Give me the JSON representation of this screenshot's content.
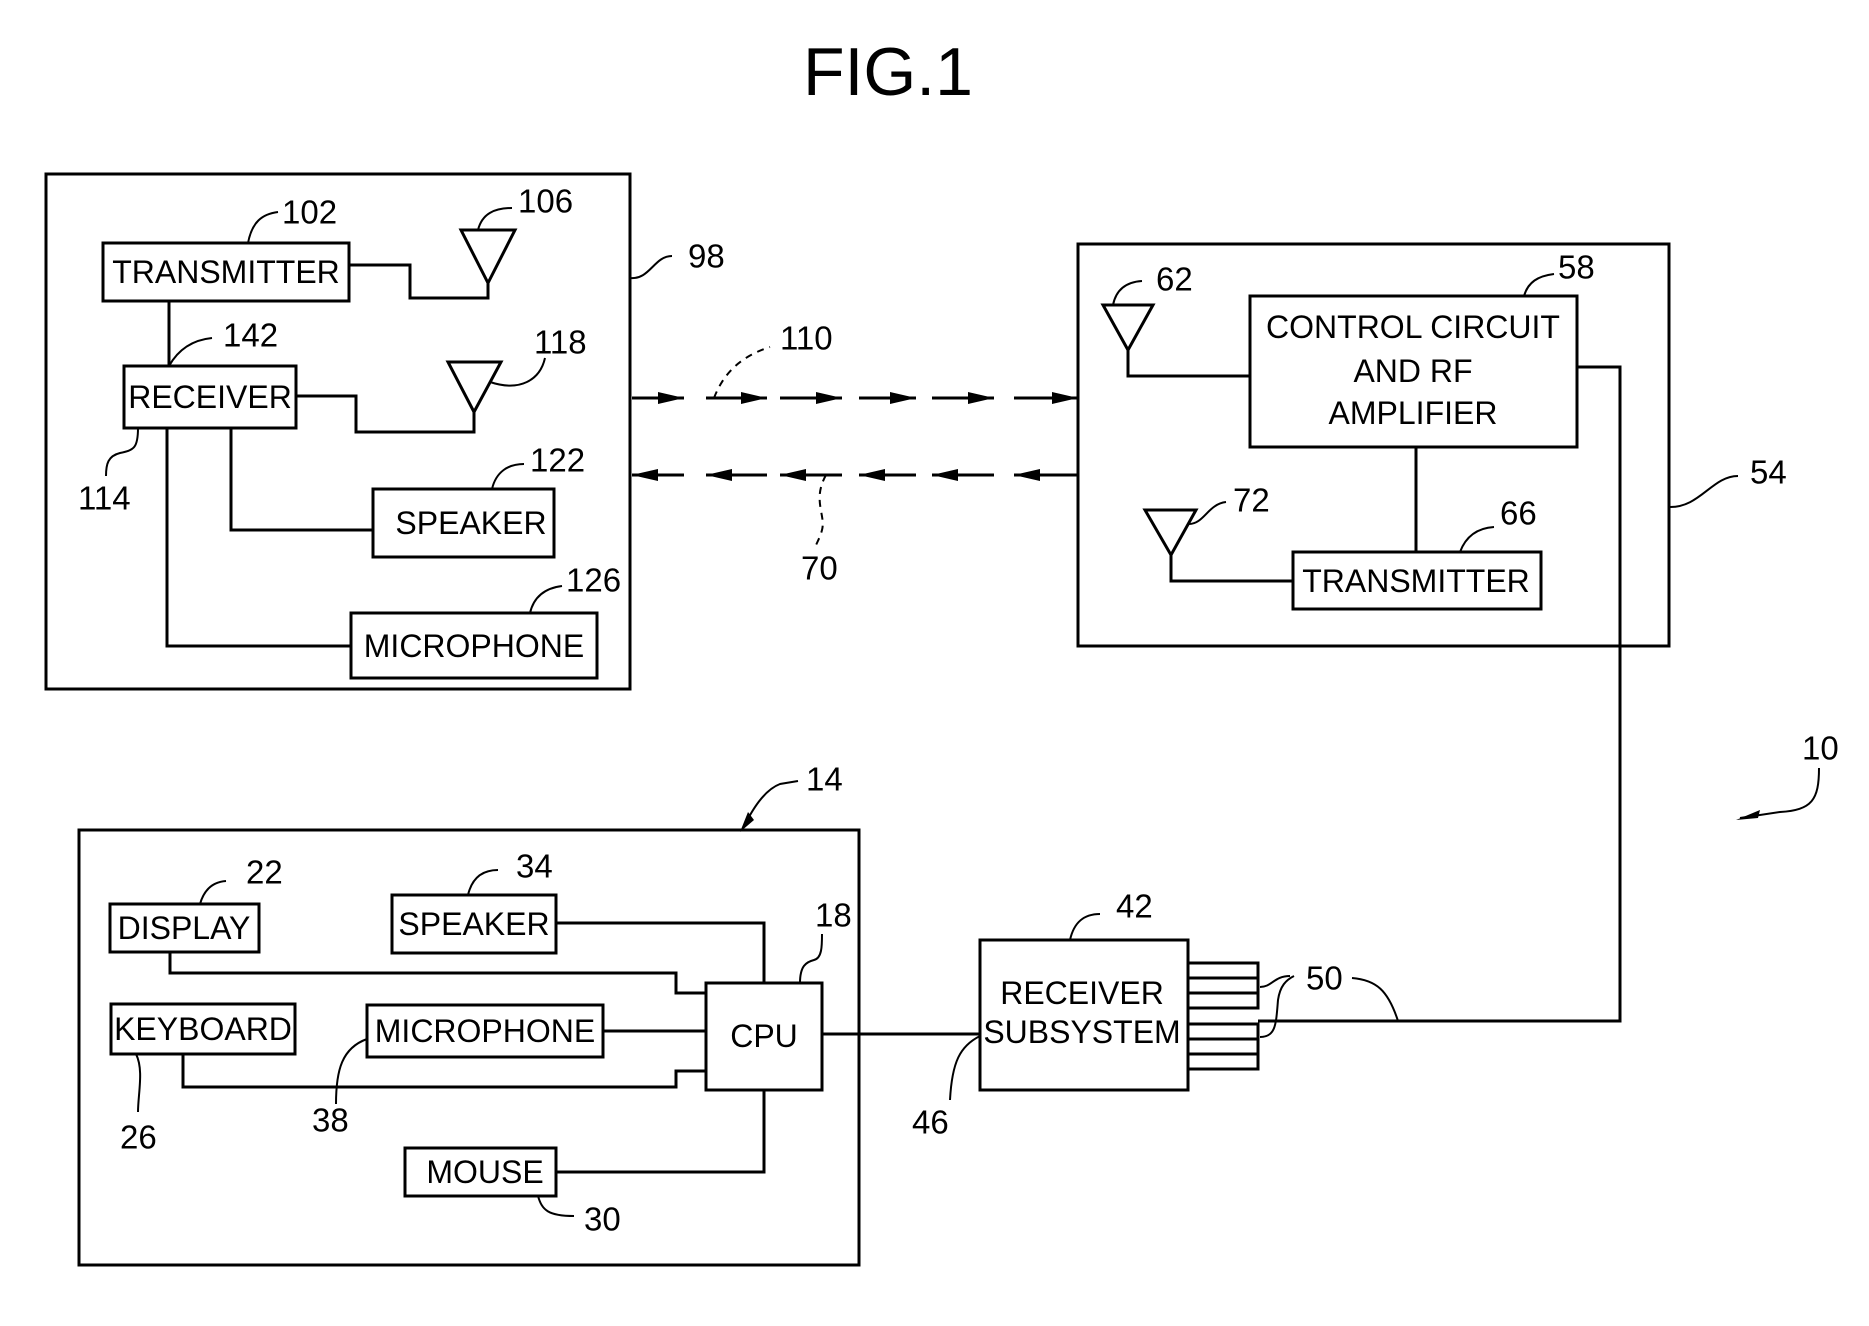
{
  "figure": {
    "title": "FIG.1",
    "system_ref": "10"
  },
  "handset": {
    "ref": "98",
    "transmitter": {
      "label": "TRANSMITTER",
      "ref": "102"
    },
    "transmit_antenna": {
      "ref": "106"
    },
    "receiver": {
      "label": "RECEIVER",
      "ref": "114",
      "link_ref": "142"
    },
    "receive_antenna": {
      "ref": "118"
    },
    "speaker": {
      "label": "SPEAKER",
      "ref": "122"
    },
    "microphone": {
      "label": "MICROPHONE",
      "ref": "126"
    }
  },
  "links": {
    "uplink_ref": "110",
    "downlink_ref": "70"
  },
  "base_unit": {
    "ref": "54",
    "antenna_rx": {
      "ref": "62"
    },
    "control": {
      "line1": "CONTROL CIRCUIT",
      "line2": "AND RF",
      "line3": "AMPLIFIER",
      "ref": "58"
    },
    "antenna_tx": {
      "ref": "72"
    },
    "transmitter": {
      "label": "TRANSMITTER",
      "ref": "66"
    }
  },
  "computer": {
    "ref": "14",
    "display": {
      "label": "DISPLAY",
      "ref": "22"
    },
    "speaker": {
      "label": "SPEAKER",
      "ref": "34"
    },
    "cpu": {
      "label": "CPU",
      "ref": "18"
    },
    "keyboard": {
      "label": "KEYBOARD",
      "ref": "26"
    },
    "microphone": {
      "label": "MICROPHONE",
      "ref": "38"
    },
    "mouse": {
      "label": "MOUSE",
      "ref": "30"
    }
  },
  "receiver_subsystem": {
    "line1": "RECEIVER",
    "line2": "SUBSYSTEM",
    "ref": "42",
    "cable_ref": "46",
    "connector_ref": "50"
  }
}
